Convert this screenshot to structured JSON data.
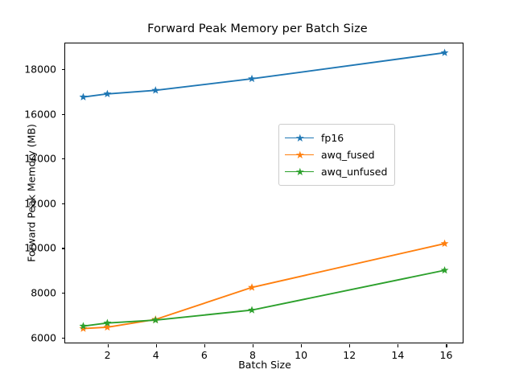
{
  "chart_data": {
    "type": "line",
    "title": "Forward Peak Memory per Batch Size",
    "xlabel": "Batch Size",
    "ylabel": "Forward Peak Memory (MB)",
    "x": [
      1,
      2,
      4,
      8,
      16
    ],
    "xlim": [
      0.25,
      16.75
    ],
    "ylim": [
      5700,
      19150
    ],
    "xticks": [
      2,
      4,
      6,
      8,
      10,
      12,
      14,
      16
    ],
    "yticks": [
      6000,
      8000,
      10000,
      12000,
      14000,
      16000,
      18000
    ],
    "grid": false,
    "legend_position": "center right",
    "marker": "star",
    "series": [
      {
        "name": "fp16",
        "color": "#1f77b4",
        "values": [
          16740,
          16880,
          17040,
          17560,
          18730
        ]
      },
      {
        "name": "awq_fused",
        "color": "#ff7f0e",
        "values": [
          6330,
          6390,
          6740,
          8180,
          10150
        ]
      },
      {
        "name": "awq_unfused",
        "color": "#2ca02c",
        "values": [
          6440,
          6580,
          6710,
          7160,
          8950
        ]
      }
    ]
  },
  "figure": {
    "background": "#ffffff",
    "axes_color": "#000000",
    "legend_border": "#cccccc"
  }
}
